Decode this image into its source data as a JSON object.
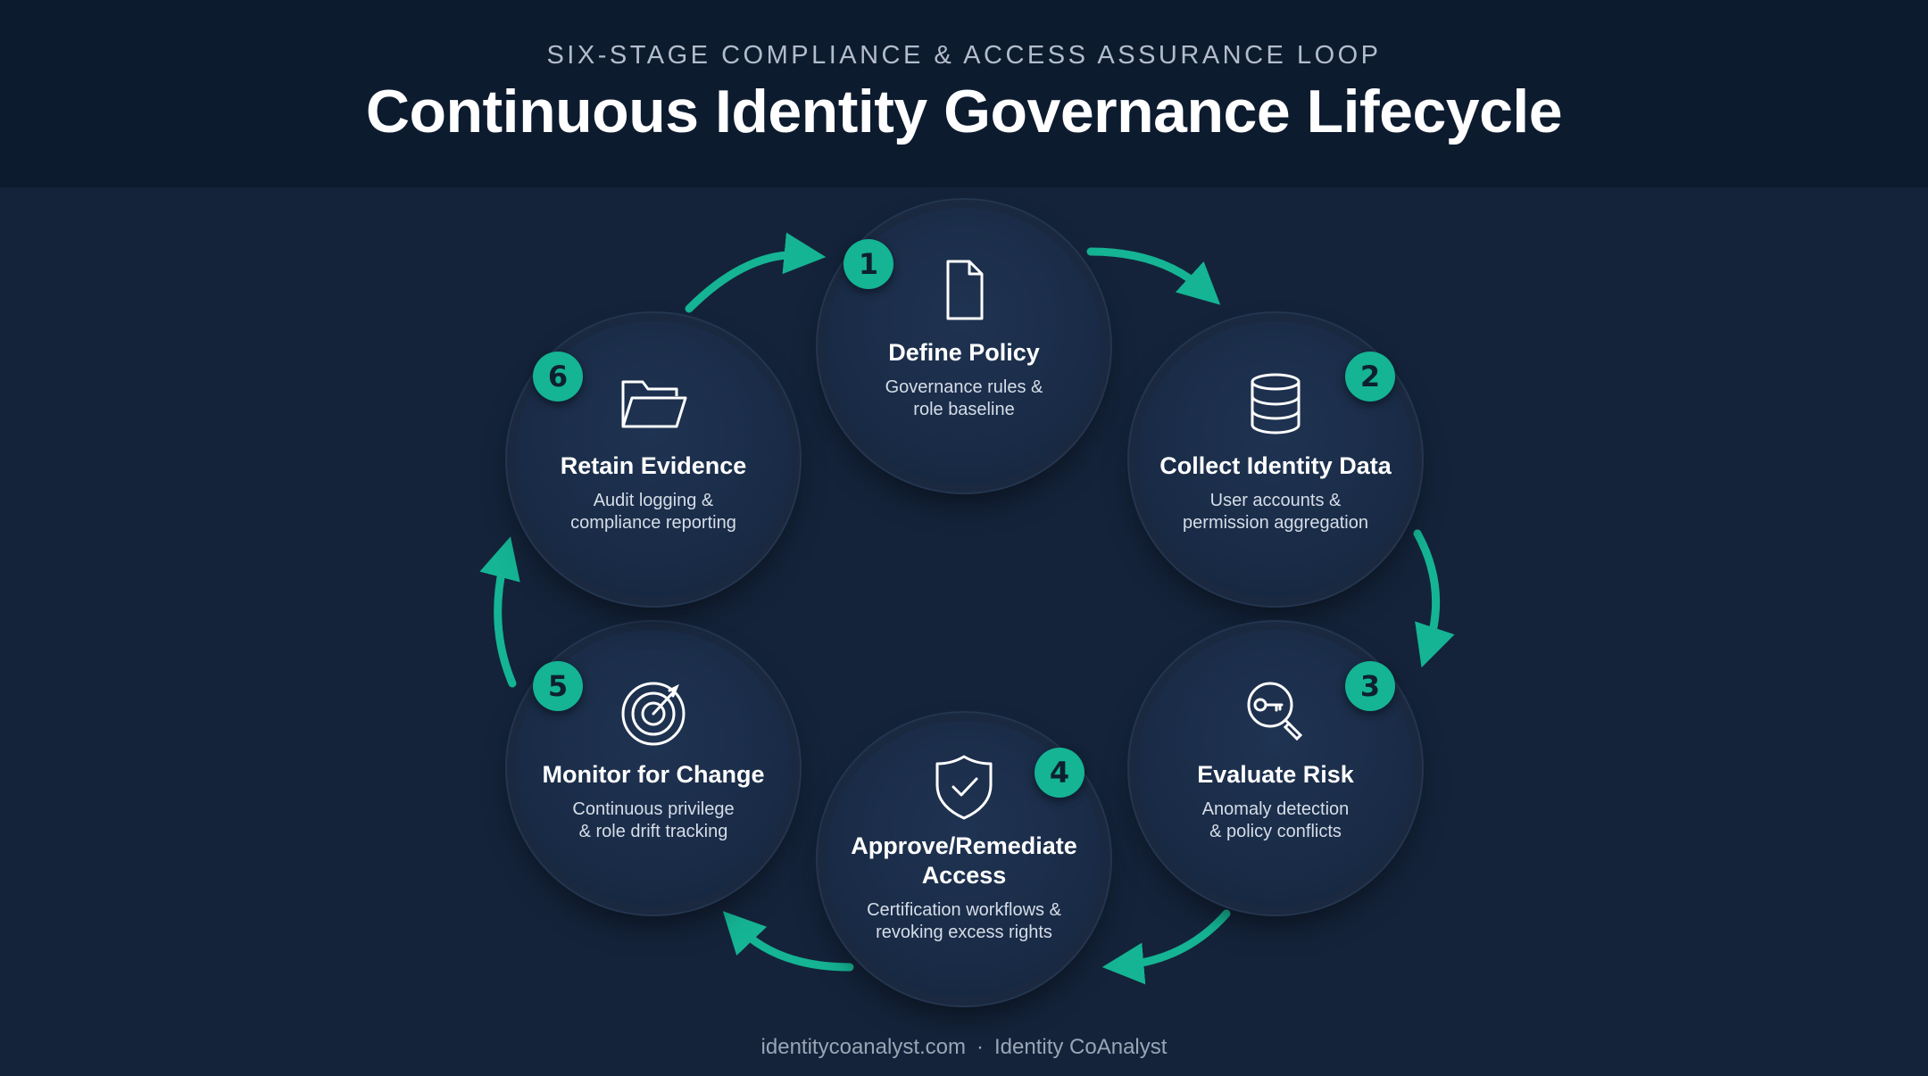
{
  "header": {
    "subtitle": "SIX-STAGE COMPLIANCE & ACCESS ASSURANCE LOOP",
    "title": "Continuous Identity Governance Lifecycle"
  },
  "stages": [
    {
      "number": "1",
      "title": "Define Policy",
      "desc_line1": "Governance rules &",
      "desc_line2": "role baseline",
      "icon": "document-icon"
    },
    {
      "number": "2",
      "title": "Collect Identity Data",
      "desc_line1": "User accounts &",
      "desc_line2": "permission aggregation",
      "icon": "database-icon"
    },
    {
      "number": "3",
      "title": "Evaluate Risk",
      "desc_line1": "Anomaly detection",
      "desc_line2": "& policy conflicts",
      "icon": "key-search-icon"
    },
    {
      "number": "4",
      "title_line1": "Approve/Remediate",
      "title_line2": "Access",
      "desc_line1": "Certification workflows &",
      "desc_line2": "revoking excess rights",
      "icon": "shield-check-icon"
    },
    {
      "number": "5",
      "title": "Monitor for Change",
      "desc_line1": "Continuous privilege",
      "desc_line2": "& role drift tracking",
      "icon": "target-icon"
    },
    {
      "number": "6",
      "title": "Retain Evidence",
      "desc_line1": "Audit logging &",
      "desc_line2": "compliance reporting",
      "icon": "folder-icon"
    }
  ],
  "footer": {
    "site": "identitycoanalyst.com",
    "separator": "·",
    "brand": "Identity CoAnalyst"
  },
  "colors": {
    "accent": "#14b495",
    "background": "#14233a",
    "header_background": "#0d1b2f",
    "node_fill": "#1c2f4b"
  }
}
